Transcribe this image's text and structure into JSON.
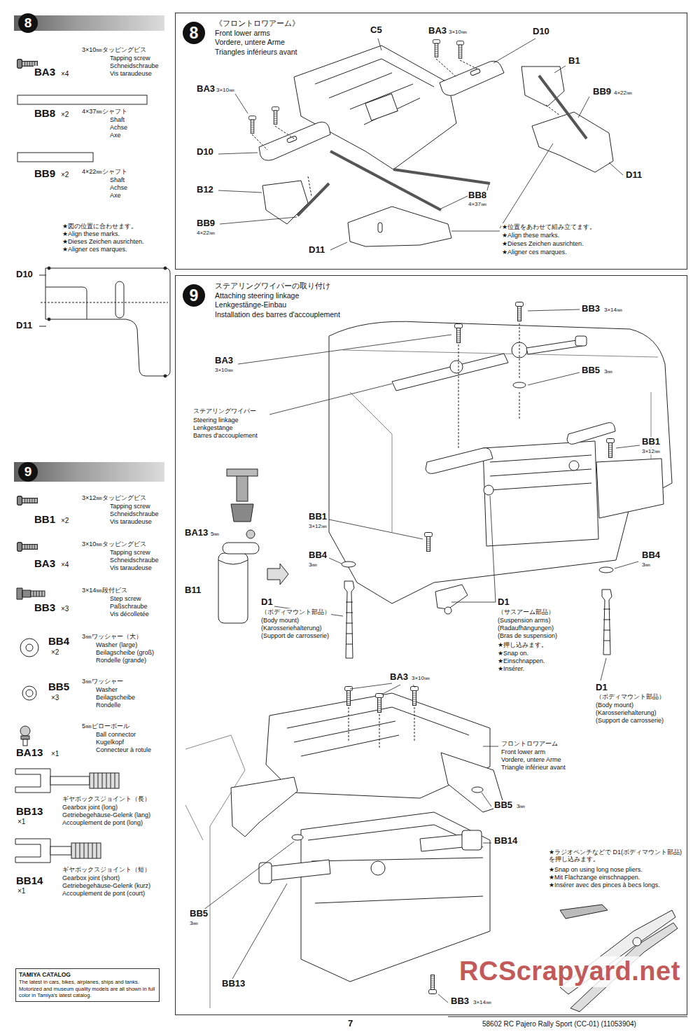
{
  "diagram": {
    "nodes": [
      {
        "text": [
          "8"
        ]
      },
      {
        "text": [
          "8",
          "《フロントロワアーム》",
          "Front lower arms",
          "Vordere, untere Arme",
          "Triangles inférieurs avant"
        ]
      },
      {
        "text": [
          "9"
        ]
      },
      {
        "text": [
          "9",
          "ステアリングワイパーの取り付け",
          "Attaching steering linkage",
          "Lenkgestänge-Einbau",
          "Installation des barres d'accouplement"
        ]
      },
      {
        "text": [
          "TAMIYA CATALOG",
          "The latest in cars, bikes, airplanes, ships and tanks. Motorized and museum quality models are all shown in full color in Tamiya's latest catalog."
        ]
      }
    ],
    "labels": [
      "BA3",
      "×4",
      "3×10㎜タッピングビス",
      "Tapping screw",
      "Schneidschraube",
      "Vis taraudeuse",
      "BB8",
      "×2",
      "4×37㎜シャフト",
      "Shaft",
      "Achse",
      "Axe",
      "BB9",
      "×2",
      "4×22㎜シャフト",
      "Shaft",
      "Achse",
      "Axe",
      "★図の位置に合わせます。",
      "★Align these marks.",
      "★Dieses Zeichen ausrichten.",
      "★Aligner ces marques.",
      "D10",
      "D11",
      "BB1",
      "×2",
      "3×12㎜タッピングビス",
      "Tapping screw",
      "Schneidschraube",
      "Vis taraudeuse",
      "BA3",
      "×4",
      "3×10㎜タッピングビス",
      "Tapping screw",
      "Schneidschraube",
      "Vis taraudeuse",
      "BB3",
      "×3",
      "3×14㎜段付ビス",
      "Step screw",
      "Paßschraube",
      "Vis décolletée",
      "BB4",
      "×2",
      "3㎜ワッシャー（大）",
      "Washer (large)",
      "Beilagscheibe (groß)",
      "Rondelle (grande)",
      "BB5",
      "×3",
      "3㎜ワッシャー",
      "Washer",
      "Beilagscheibe",
      "Rondelle",
      "BA13",
      "×1",
      "5㎜ピローボール",
      "Ball connector",
      "Kugelkopf",
      "Connecteur à rotule",
      "BB13",
      "×1",
      "ギヤボックスジョイント（長）",
      "Gearbox joint (long)",
      "Getriebegehäuse-Gelenk (lang)",
      "Accouplement de pont (long)",
      "BB14",
      "×1",
      "ギヤボックスジョイント（短）",
      "Gearbox joint (short)",
      "Getriebegehäuse-Gelenk (kurz)",
      "Accouplement de pont (court)",
      "C5",
      "BA3",
      "3×10㎜",
      "D10",
      "B1",
      "BB9",
      "4×22㎜",
      "D11",
      "BA3",
      "3×10㎜",
      "D10",
      "B12",
      "BB9",
      "4×22㎜",
      "D11",
      "BB8",
      "4×37㎜",
      "★位置をあわせて組み立てます。",
      "★Align these marks.",
      "★Dieses Zeichen ausrichten.",
      "★Aligner ces marques.",
      "BB3",
      "3×14㎜",
      "BA3",
      "3×10㎜",
      "BB5",
      "3㎜",
      "ステアリングワイパー",
      "Steering linkage",
      "Lenkgestänge",
      "Barres d'accouplement",
      "BB1",
      "3×12㎜",
      "BB1",
      "3×12㎜",
      "BA13",
      "5㎜",
      "BB4",
      "3㎜",
      "BB4",
      "3㎜",
      "B11",
      "D1",
      "（ボディマウント部品）",
      "(Body mount)",
      "(Karosseriehalterung)",
      "(Support de carrosserie)",
      "D1",
      "（サスアーム部品）",
      "(Suspension arms)",
      "(Radaufhängungen)",
      "(Bras de suspension)",
      "★押し込みます。",
      "★Snap on.",
      "★Einschnappen.",
      "★Insérer.",
      "D1",
      "（ボディマウント部品）",
      "(Body mount)",
      "(Karosseriehalterung)",
      "(Support de carrosserie)",
      "BA3",
      "3×10㎜",
      "フロントロワアーム",
      "Front lower arm",
      "Vordere, untere Arme",
      "Triangle inférieur avant",
      "BB5",
      "3㎜",
      "BB14",
      "★ラジオペンチなどで D1(ボディマウント部品)を押し込みます。",
      "★Snap on using long nose pliers.",
      "★Mit Flachzange einschnappen.",
      "★Insérer avec des pinces à becs longs.",
      "BB5",
      "3㎜",
      "BB13",
      "BB3",
      "3×14㎜",
      "RCScrapyard.net",
      "7",
      "58602 RC Pajero Rally Sport (CC-01) (11053904)"
    ]
  }
}
